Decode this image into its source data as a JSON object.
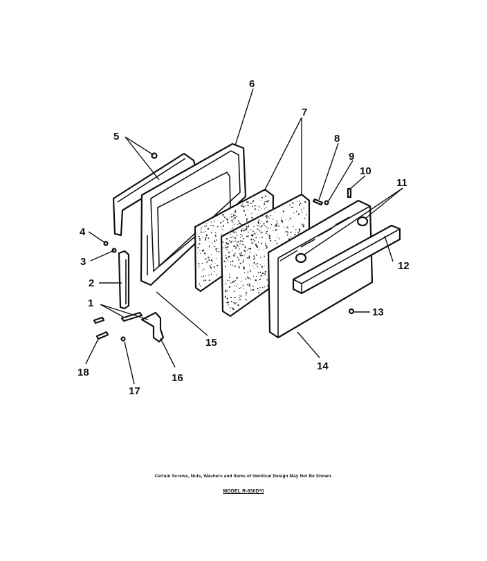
{
  "callouts": [
    "1",
    "2",
    "3",
    "4",
    "5",
    "6",
    "7",
    "8",
    "9",
    "10",
    "11",
    "12",
    "13",
    "14",
    "15",
    "16",
    "17",
    "18"
  ],
  "footer": {
    "note": "Certain Screws, Nuts, Washers and Items of Identical Design May Not Be Shown.",
    "model": "MODEL R-830D*0"
  }
}
